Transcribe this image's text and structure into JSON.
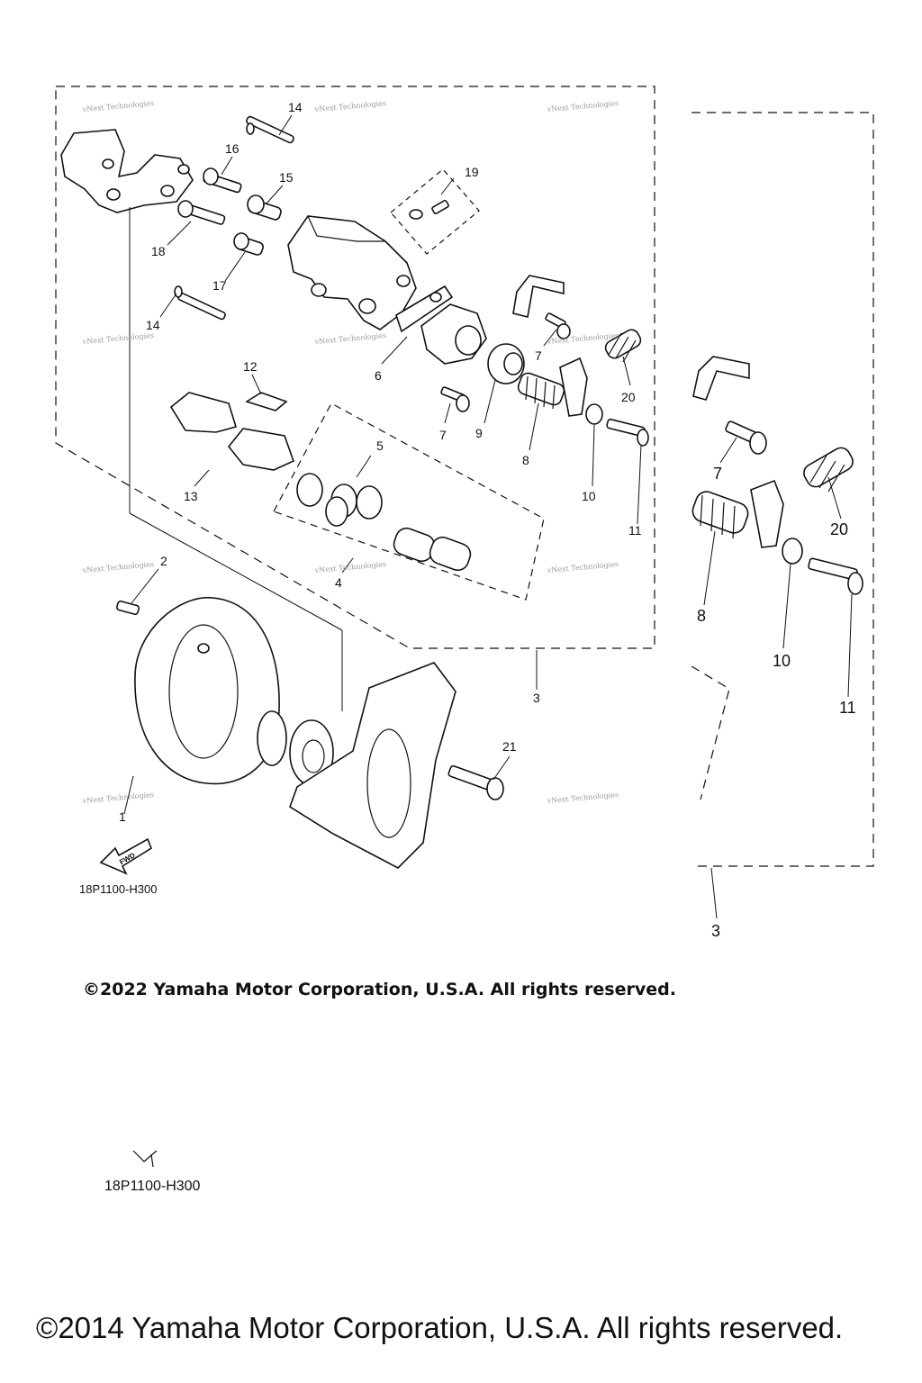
{
  "callouts": {
    "c14a": "14",
    "c16": "16",
    "c15": "15",
    "c18": "18",
    "c17": "17",
    "c19": "19",
    "c14b": "14",
    "c12": "12",
    "c6": "6",
    "c7a": "7",
    "c7b": "7",
    "c9": "9",
    "c8": "8",
    "c20": "20",
    "c10": "10",
    "c11": "11",
    "c5": "5",
    "c13": "13",
    "c4": "4",
    "c2": "2",
    "c3": "3",
    "c21": "21",
    "c1": "1",
    "z7": "7",
    "z20": "20",
    "z8": "8",
    "z10": "10",
    "z11": "11",
    "z3": "3"
  },
  "watermark": "vNext Technologies",
  "fwd_label": "FWD",
  "diagram_code": "18P1100-H300",
  "copyright_2022": "©2022 Yamaha Motor Corporation, U.S.A. All rights reserved.",
  "copyright_2014": "©2014 Yamaha Motor Corporation, U.S.A. All rights reserved."
}
